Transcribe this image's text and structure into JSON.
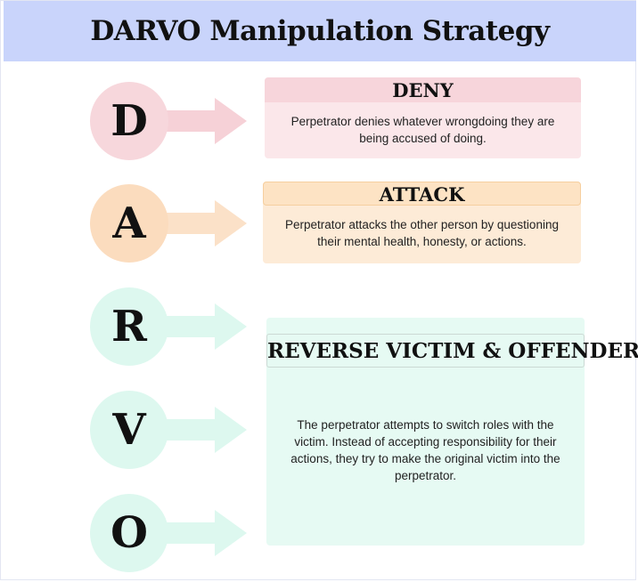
{
  "title": "DARVO Manipulation Strategy",
  "letters": [
    {
      "char": "D",
      "circle_color": "#f7d7dc",
      "arrow_color": "#f6d1d7"
    },
    {
      "char": "A",
      "circle_color": "#fbdcbe",
      "arrow_color": "#fbe1c8"
    },
    {
      "char": "R",
      "circle_color": "#ddf8ef",
      "arrow_color": "#ddf8ef"
    },
    {
      "char": "V",
      "circle_color": "#ddf8ef",
      "arrow_color": "#ddf8ef"
    },
    {
      "char": "O",
      "circle_color": "#ddf8ef",
      "arrow_color": "#ddf8ef"
    }
  ],
  "cards": {
    "deny": {
      "title": "DENY",
      "text": "Perpetrator denies whatever wrongdoing they are being accused of doing."
    },
    "attack": {
      "title": "ATTACK",
      "text": "Perpetrator attacks the other person by questioning their mental health, honesty, or actions."
    },
    "reverse": {
      "title": "REVERSE VICTIM & OFFENDER",
      "text": "The perpetrator attempts to switch roles with the victim. Instead of accepting responsibility for their actions, they try to make the original victim into the perpetrator."
    }
  }
}
